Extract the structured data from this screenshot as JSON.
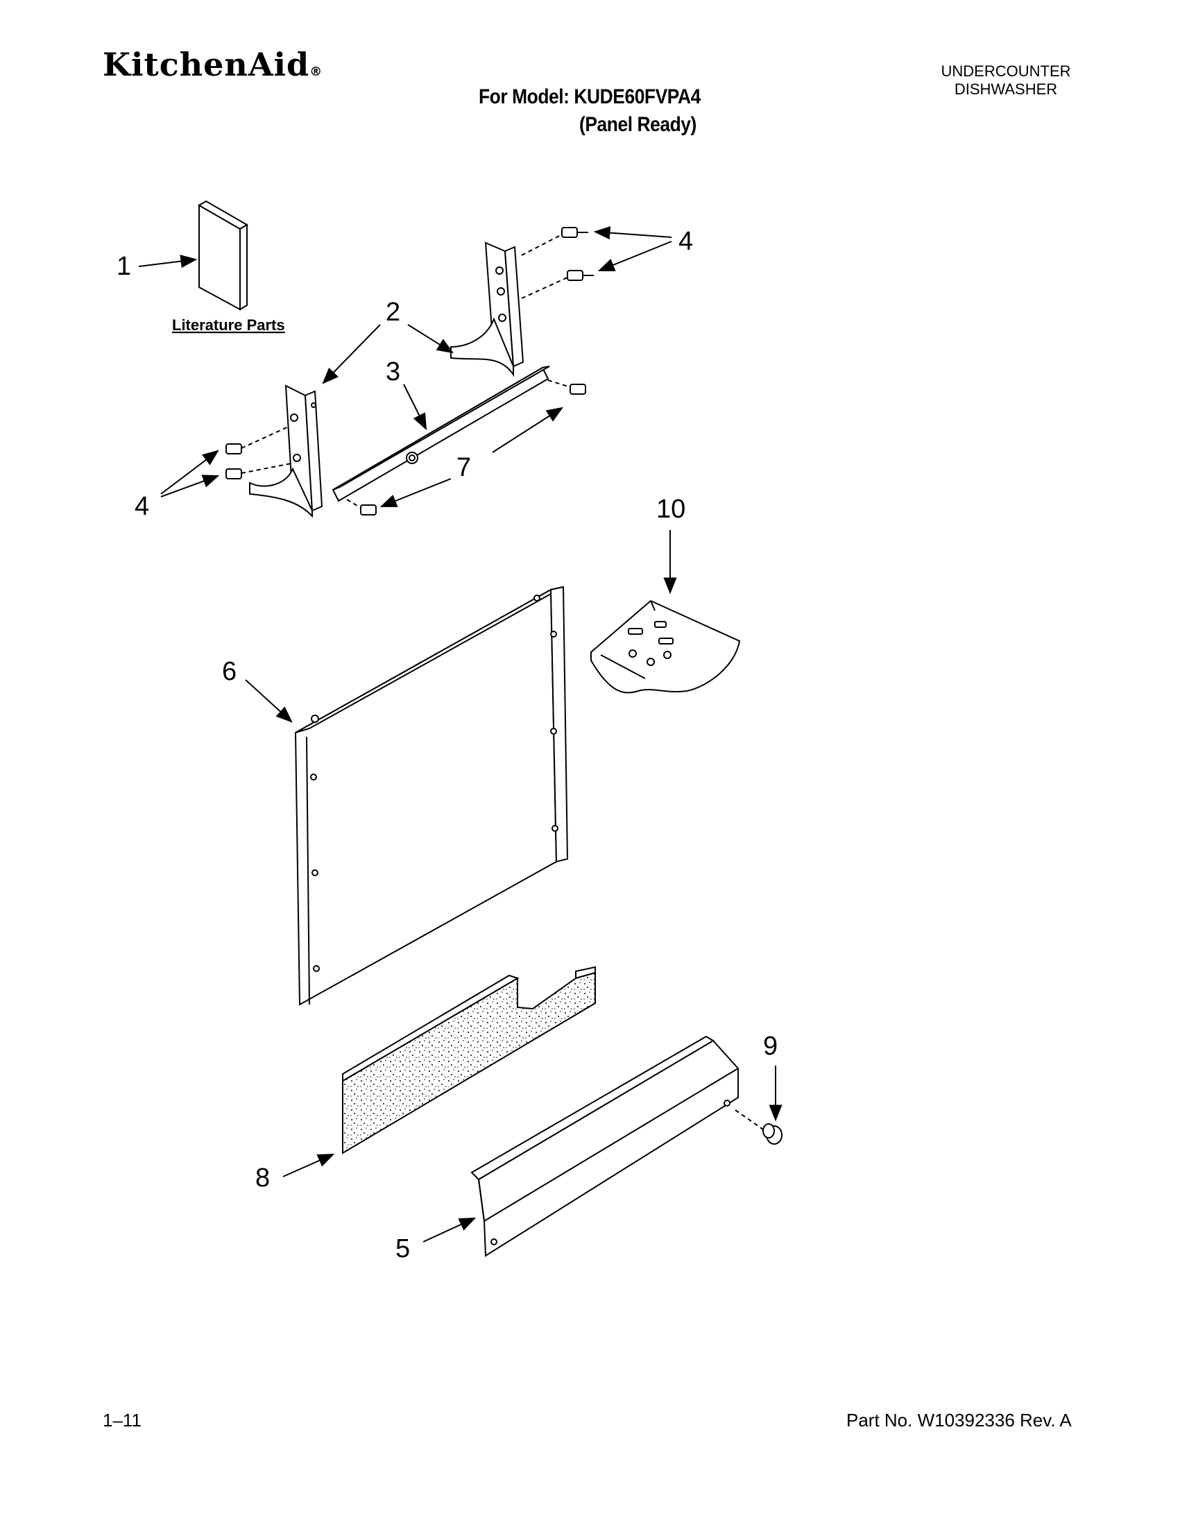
{
  "header": {
    "brand": "KitchenAid",
    "registered_mark": "®",
    "model_line": "For Model: KUDE60FVPA4",
    "variant": "(Panel Ready)",
    "category_line1": "UNDERCOUNTER",
    "category_line2": "DISHWASHER"
  },
  "diagram": {
    "literature_label": "Literature Parts",
    "callouts": [
      "1",
      "2",
      "3",
      "4",
      "4",
      "5",
      "6",
      "7",
      "8",
      "9",
      "10"
    ]
  },
  "footer": {
    "page_number": "1–11",
    "part_number": "Part No. W10392336 Rev. A"
  }
}
